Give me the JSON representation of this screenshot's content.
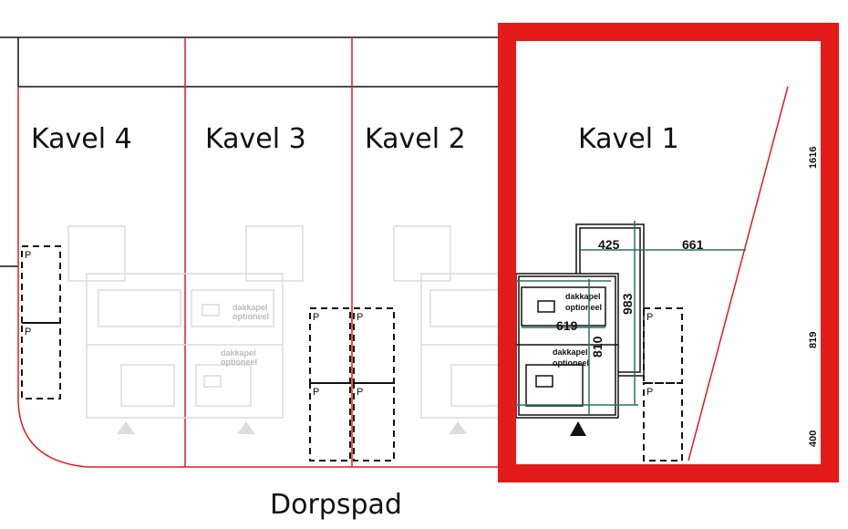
{
  "plots": [
    {
      "label": "Kavel 4"
    },
    {
      "label": "Kavel 3"
    },
    {
      "label": "Kavel 2"
    },
    {
      "label": "Kavel 1"
    }
  ],
  "street": "Dorpspad",
  "parking_label": "P",
  "dormer": {
    "line1": "dakkapel",
    "line2": "optioneel"
  },
  "dimensions": {
    "d425": "425",
    "d661": "661",
    "d983": "983",
    "d619": "619",
    "d810": "810",
    "d1616": "1616",
    "d819": "819",
    "d400": "400"
  },
  "colors": {
    "highlight": "#e31b1b",
    "plot_line": "#e31b1b",
    "dimension": "#2f6f6a",
    "ghost": "#dcdcdc"
  }
}
